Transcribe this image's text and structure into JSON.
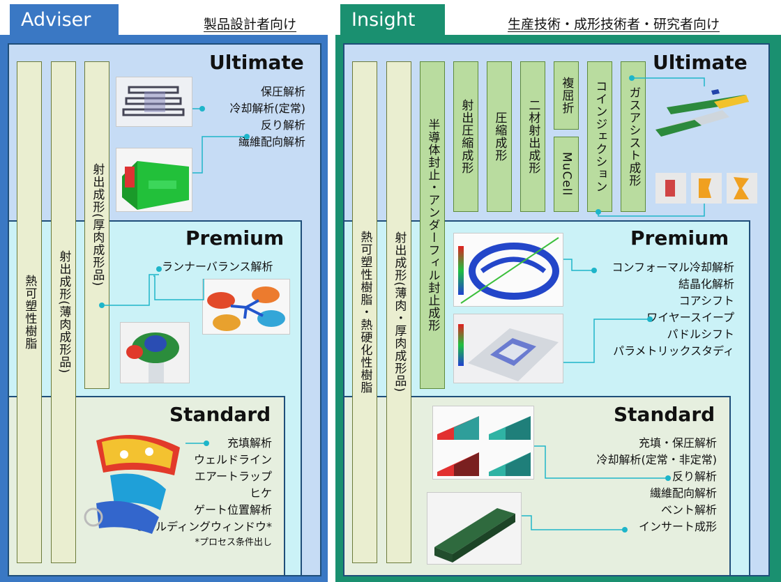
{
  "adviser": {
    "tab_label": "Adviser",
    "audience": "製品設計者向け",
    "columns": [
      "熱可塑性樹脂",
      "射出成形(薄肉成形品)",
      "射出成形(厚肉成形品)"
    ],
    "ultimate": {
      "title": "Ultimate",
      "analyses": [
        "保圧解析",
        "冷却解析(定常)",
        "反り解析",
        "繊維配向解析"
      ]
    },
    "premium": {
      "title": "Premium",
      "analyses": [
        "ランナーバランス解析"
      ]
    },
    "standard": {
      "title": "Standard",
      "analyses": [
        "充填解析",
        "ウェルドライン",
        "エアートラップ",
        "ヒケ",
        "ゲート位置解析",
        "モールディングウィンドウ*"
      ],
      "footnote": "*プロセス条件出し"
    }
  },
  "insight": {
    "tab_label": "Insight",
    "audience": "生産技術・成形技術者・研究者向け",
    "columns": [
      "熱可塑性樹脂・熱硬化性樹脂",
      "射出成形(薄肉・厚肉成形品)",
      "半導体封止・アンダーフィル封止成形",
      "射出圧縮成形",
      "圧縮成形",
      "二材射出成形",
      "複屈折",
      "MuCell",
      "コインジェクション",
      "ガスアシスト成形"
    ],
    "ultimate": {
      "title": "Ultimate"
    },
    "premium": {
      "title": "Premium",
      "analyses": [
        "コンフォーマル冷却解析",
        "結晶化解析",
        "コアシフト",
        "ワイヤースイープ",
        "パドルシフト",
        "パラメトリックスタディ"
      ]
    },
    "standard": {
      "title": "Standard",
      "analyses": [
        "充填・保圧解析",
        "冷却解析(定常・非定常)",
        "反り解析",
        "繊維配向解析",
        "ベント解析",
        "インサート成形"
      ]
    }
  },
  "colors": {
    "adviser_accent": "#3a78c4",
    "insight_accent": "#1a9070",
    "connector": "#1eb5c9"
  }
}
